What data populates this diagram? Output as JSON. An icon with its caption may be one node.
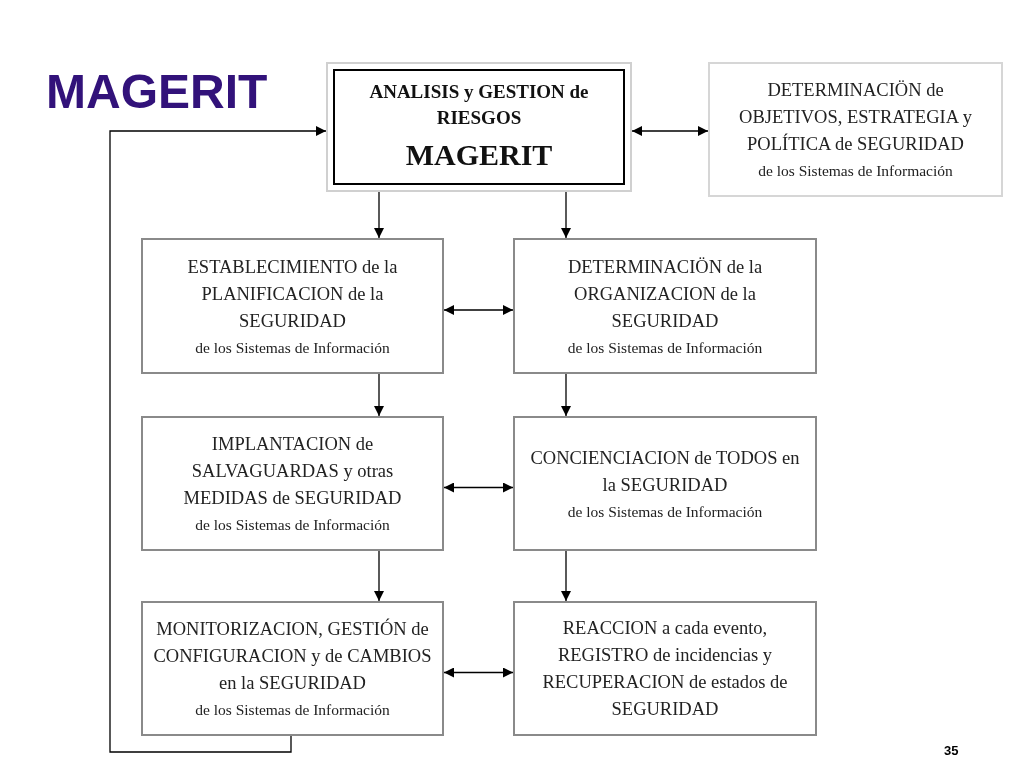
{
  "diagram": {
    "title": "MAGERIT",
    "nodes": [
      {
        "text": [
          "ANALISIS y GESTION de RIESGOS",
          "MAGERIT"
        ]
      },
      {
        "text": [
          "DETERMINACIÖN de OBJETIVOS, ESTRATEGIA y POLÍTICA de SEGURIDAD",
          "de los Sistemas de Información"
        ]
      },
      {
        "text": [
          "ESTABLECIMIENTO de la PLANIFICACION de la SEGURIDAD",
          "de los Sistemas de Información"
        ]
      },
      {
        "text": [
          "DETERMINACIÖN de la ORGANIZACION de la SEGURIDAD",
          "de los Sistemas de Información"
        ]
      },
      {
        "text": [
          "IMPLANTACION de SALVAGUARDAS y otras MEDIDAS de SEGURIDAD",
          "de los Sistemas de Información"
        ]
      },
      {
        "text": [
          "CONCIENCIACION de TODOS en la SEGURIDAD",
          "de los Sistemas de Información"
        ]
      },
      {
        "text": [
          "MONITORIZACION, GESTIÓN de CONFIGURACION y de CAMBIOS en la SEGURIDAD",
          "de los Sistemas de Información"
        ]
      },
      {
        "text": [
          "REACCION a cada evento, REGISTRO de incidencias y RECUPERACION de estados de SEGURIDAD"
        ]
      }
    ],
    "edges": [
      {
        "from": 0,
        "to": 1,
        "arrow": "both"
      },
      {
        "from": 0,
        "to": 2,
        "arrow": "to"
      },
      {
        "from": 0,
        "to": 3,
        "arrow": "to"
      },
      {
        "from": 2,
        "to": 3,
        "arrow": "both"
      },
      {
        "from": 2,
        "to": 4,
        "arrow": "to"
      },
      {
        "from": 3,
        "to": 5,
        "arrow": "to"
      },
      {
        "from": 4,
        "to": 5,
        "arrow": "both"
      },
      {
        "from": 4,
        "to": 6,
        "arrow": "to"
      },
      {
        "from": 5,
        "to": 7,
        "arrow": "to"
      },
      {
        "from": 6,
        "to": 7,
        "arrow": "both"
      },
      {
        "from": 6,
        "to": 0,
        "arrow": "to"
      }
    ],
    "labels": [
      "35"
    ]
  }
}
